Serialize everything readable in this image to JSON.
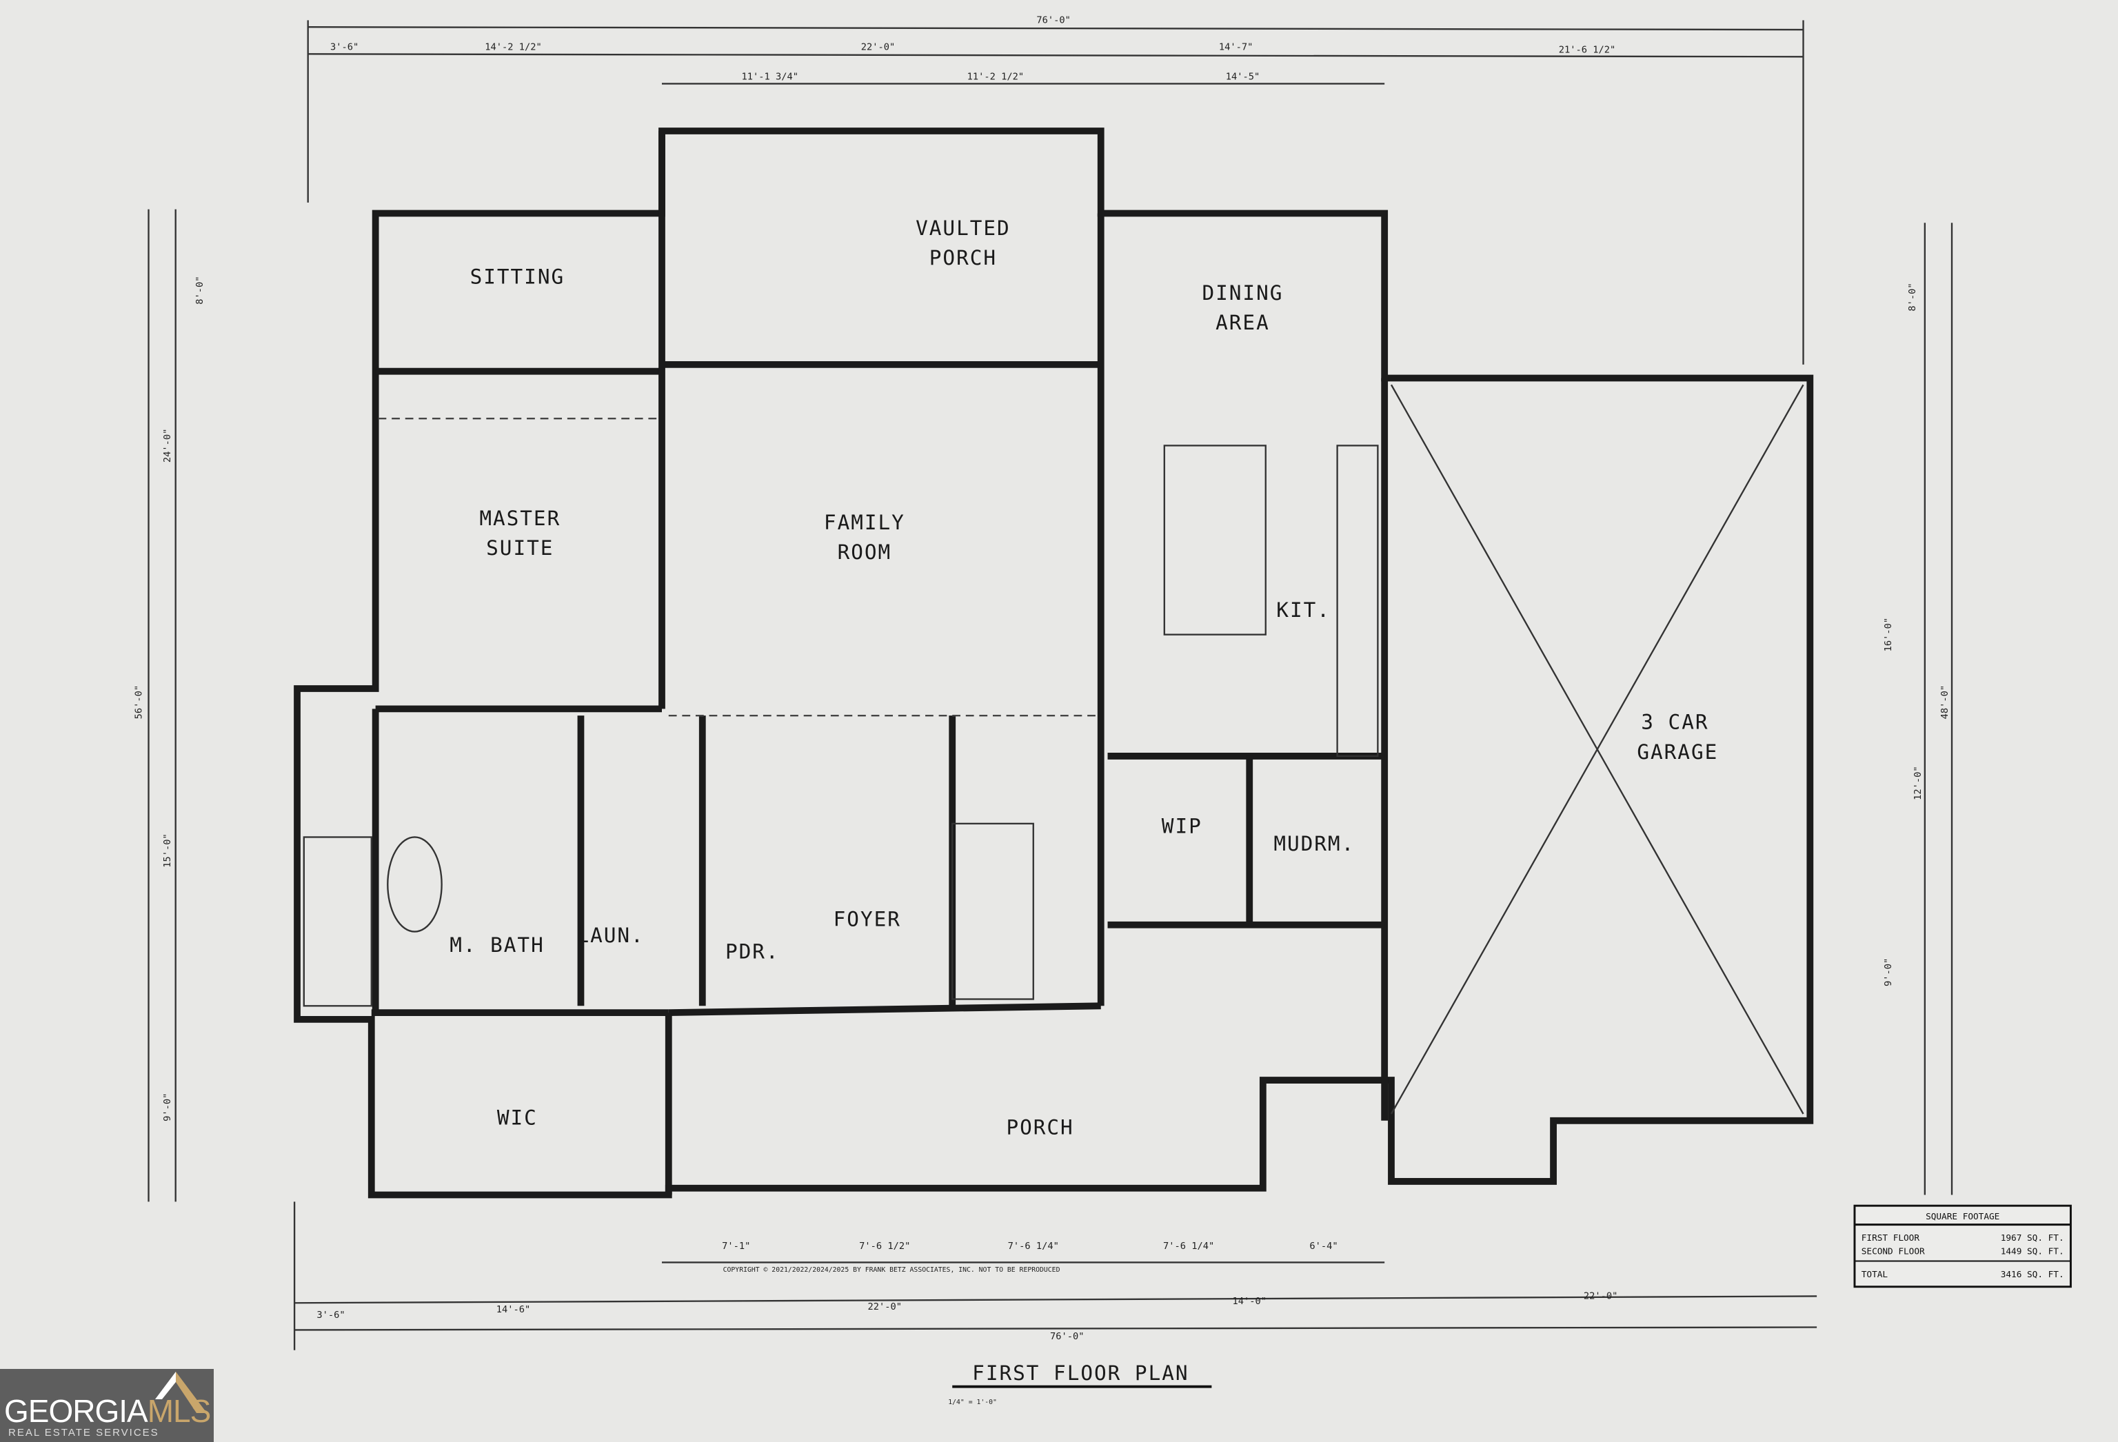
{
  "plan": {
    "title": "FIRST FLOOR PLAN",
    "scale": "1/4\" = 1'-0\"",
    "copyright": "COPYRIGHT © 2021/2022/2024/2025 BY FRANK BETZ ASSOCIATES, INC. NOT TO BE REPRODUCED",
    "rooms": {
      "sitting": "SITTING",
      "vaulted_porch_1": "VAULTED",
      "vaulted_porch_2": "PORCH",
      "dining_1": "DINING",
      "dining_2": "AREA",
      "master_1": "MASTER",
      "master_2": "SUITE",
      "family_1": "FAMILY",
      "family_2": "ROOM",
      "kit": "KIT.",
      "garage_1": "3 CAR",
      "garage_2": "GARAGE",
      "wip": "WIP",
      "mudrm": "MUDRM.",
      "bath": "M. BATH",
      "laun": "LAUN.",
      "pdr": "PDR.",
      "foyer": "FOYER",
      "wic": "WIC",
      "porch": "PORCH"
    },
    "dimensions": {
      "overall_top": "76'-0\"",
      "overall_bottom": "76'-0\"",
      "top": [
        "3'-6\"",
        "14'-2 1/2\"",
        "22'-0\"",
        "14'-7\"",
        "21'-6 1/2\""
      ],
      "top2": [
        "11'-1 3/4\"",
        "11'-2 1/2\"",
        "14'-5\""
      ],
      "bottom": [
        "3'-6\"",
        "14'-6\"",
        "22'-0\"",
        "14'-0\"",
        "22'-0\""
      ],
      "bottom2": [
        "7'-1\"",
        "7'-6 1/2\"",
        "7'-6 1/4\"",
        "7'-6 1/4\"",
        "6'-4\""
      ],
      "left": [
        "8'-0\"",
        "24'-0\"",
        "15'-0\"",
        "9'-0\""
      ],
      "right": [
        "8'-0\"",
        "16'-0\"",
        "12'-0\"",
        "9'-0\""
      ],
      "overall_left": "56'-0\"",
      "overall_right": "48'-0\""
    },
    "square_footage": {
      "heading": "SQUARE FOOTAGE",
      "rows": [
        {
          "label": "FIRST FLOOR",
          "value": "1967 SQ. FT."
        },
        {
          "label": "SECOND FLOOR",
          "value": "1449 SQ. FT."
        }
      ],
      "total_label": "TOTAL",
      "total_value": "3416 SQ. FT."
    }
  },
  "logo": {
    "text_a": "GEORGIA",
    "text_b": "MLS",
    "subtitle": "REAL ESTATE SERVICES"
  }
}
